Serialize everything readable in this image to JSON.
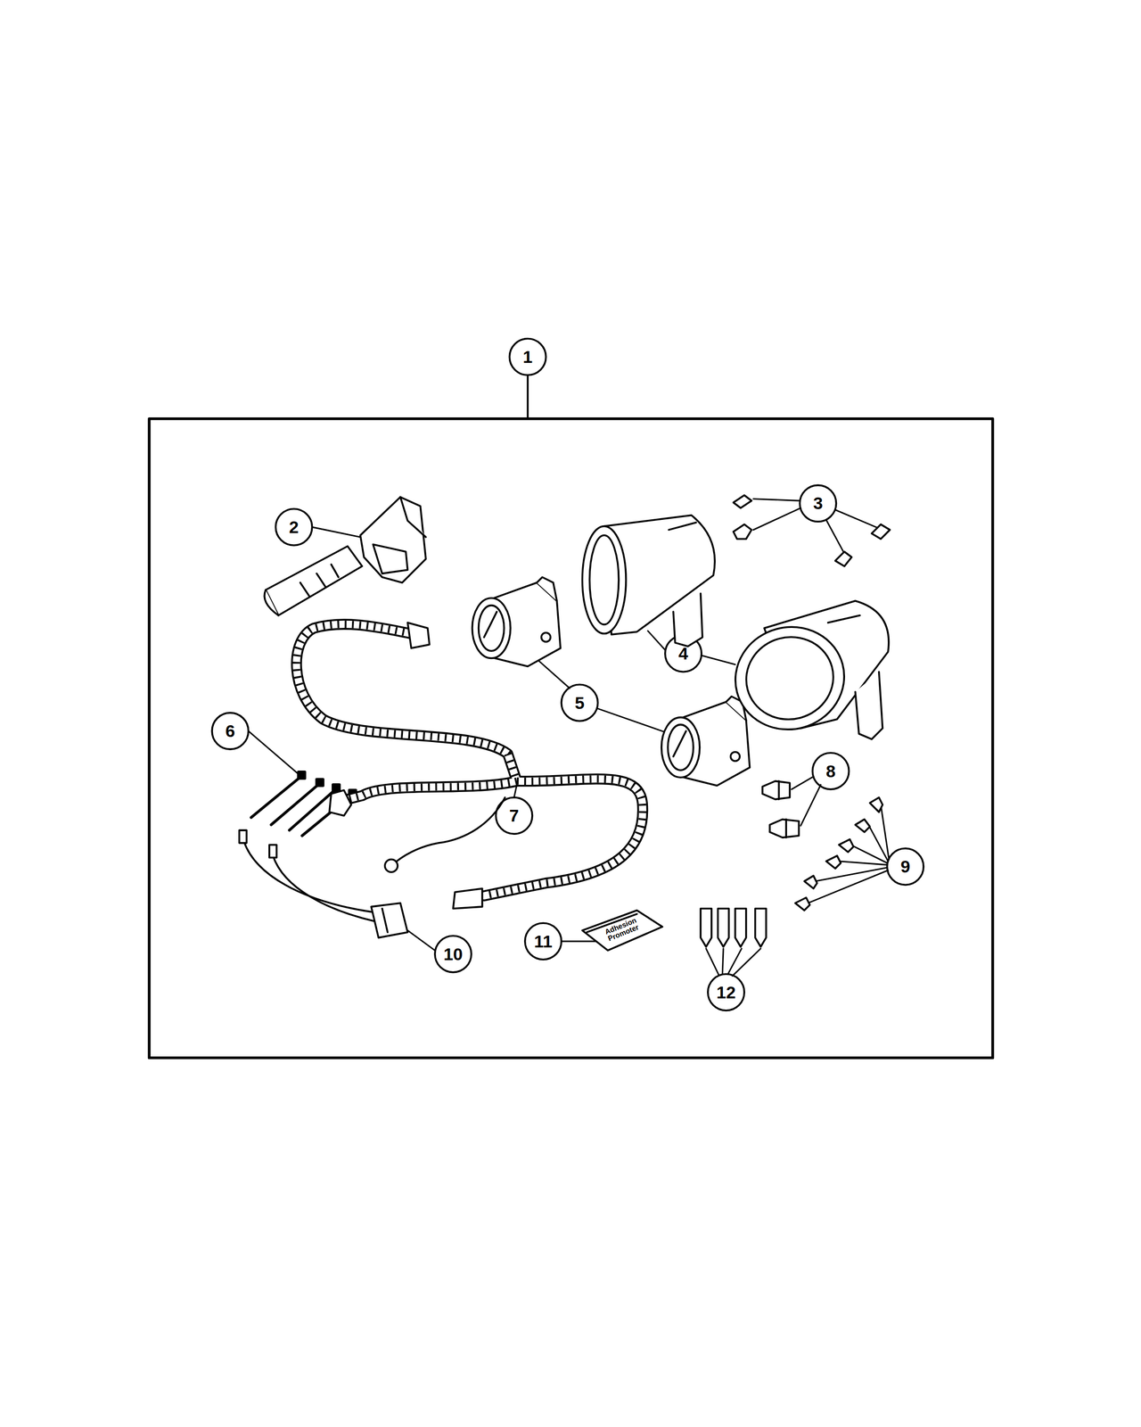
{
  "diagram": {
    "labels": [
      "1",
      "2",
      "3",
      "4",
      "5",
      "6",
      "7",
      "8",
      "9",
      "10",
      "11",
      "12",
      "Adhesion Promoter"
    ]
  }
}
